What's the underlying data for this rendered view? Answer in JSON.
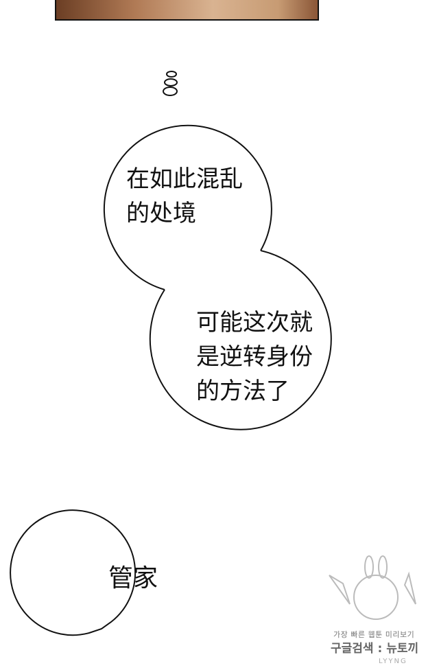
{
  "bubble_1": {
    "lines": [
      "在如此混乱",
      "的处境"
    ]
  },
  "bubble_2": {
    "lines": [
      "可能这次就",
      "是逆转身份",
      "的方法了"
    ]
  },
  "bubble_3": {
    "text": "管家"
  },
  "watermark": {
    "line1": "가장 빠른 웹툰 미리보기",
    "line2": "구글검색 : 뉴토끼",
    "line3": "LYYNG"
  },
  "colors": {
    "ink": "#111111",
    "panel_frame": "#111111",
    "watermark": "#777777"
  }
}
